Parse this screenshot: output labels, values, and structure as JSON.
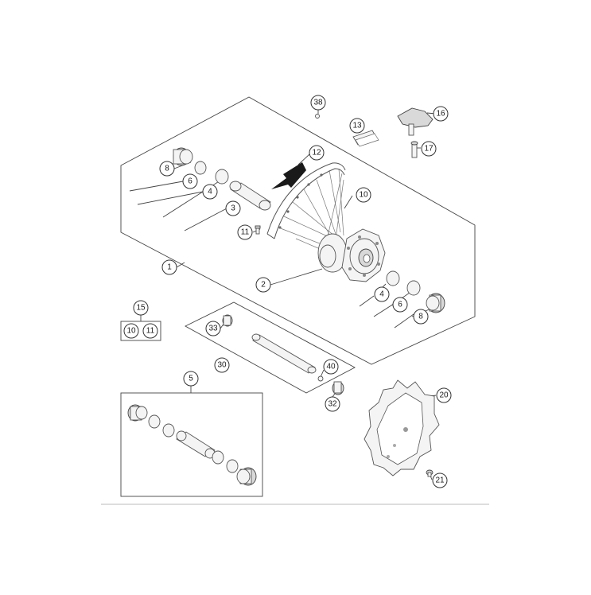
{
  "diagram": {
    "callouts": {
      "c1": "1",
      "c2": "2",
      "c3": "3",
      "c4a": "4",
      "c4b": "4",
      "c5": "5",
      "c6a": "6",
      "c6b": "6",
      "c8a": "8",
      "c8b": "8",
      "c10a": "10",
      "c10b": "10",
      "c11a": "11",
      "c11b": "11",
      "c12": "12",
      "c13": "13",
      "c15": "15",
      "c16": "16",
      "c17": "17",
      "c20": "20",
      "c21": "21",
      "c30": "30",
      "c32": "32",
      "c33": "33",
      "c38": "38",
      "c40": "40"
    }
  }
}
